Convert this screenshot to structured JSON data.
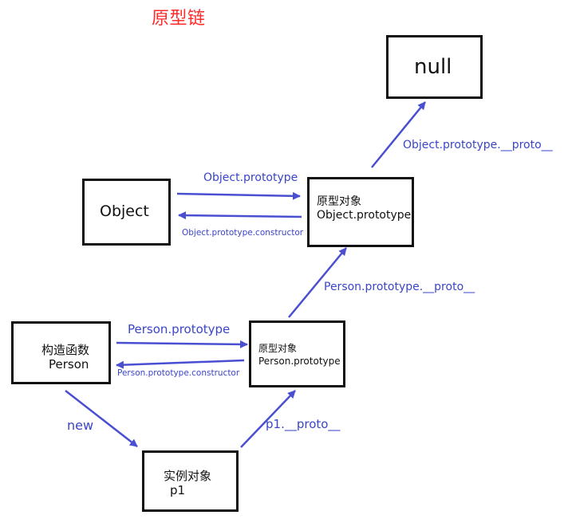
{
  "title": "原型链",
  "colors": {
    "title": "#ff2a2a",
    "arrow": "#4a4fd1",
    "label": "#3a45c8",
    "border": "#111111"
  },
  "nodes": {
    "null": {
      "label": "null"
    },
    "object": {
      "label": "Object"
    },
    "object_prototype": {
      "line1": "原型对象",
      "line2": "Object.prototype"
    },
    "person": {
      "line1": "构造函数",
      "line2": "Person"
    },
    "person_prototype": {
      "line1": "原型对象",
      "line2": "Person.prototype"
    },
    "instance": {
      "line1": "实例对象",
      "line2": "p1"
    }
  },
  "edges": {
    "object_prototype_proto": "Object.prototype.__proto__",
    "object_prototype": "Object.prototype",
    "object_prototype_constructor": "Object.prototype.constructor",
    "person_prototype_proto": "Person.prototype.__proto__",
    "person_prototype": "Person.prototype",
    "person_prototype_constructor": "Person.prototype.constructor",
    "new": "new",
    "p1_proto": "p1.__proto__"
  }
}
